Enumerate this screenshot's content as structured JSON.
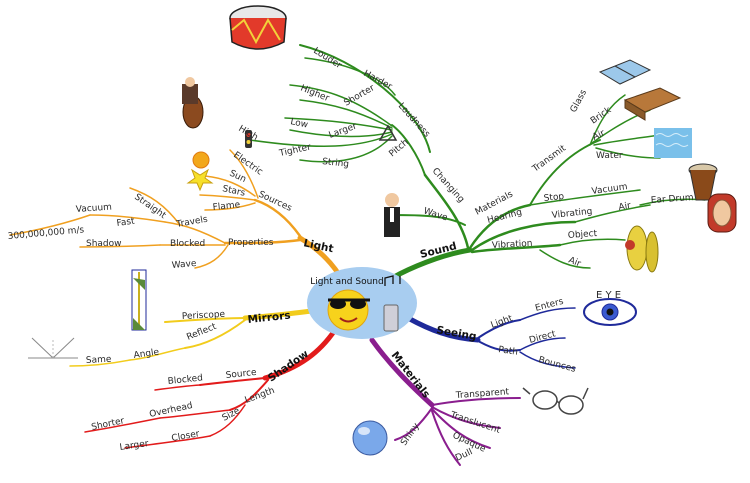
{
  "center": {
    "title": "Light and Sound"
  },
  "branches": {
    "sound": {
      "label": "Sound",
      "color": "#2e8b1e",
      "changing": {
        "label": "Changing",
        "loudness": {
          "label": "Loudness",
          "items": [
            "Louder",
            "Harder"
          ]
        },
        "pitch": {
          "label": "Pitch",
          "higher": "Higher",
          "shorter": "Shorter",
          "low": "Low",
          "larger": "Larger",
          "high": "High",
          "tighter": "Tighter",
          "string": "String"
        },
        "wave": "Wave"
      },
      "materials": {
        "label": "Materials",
        "transmit": {
          "label": "Transmit",
          "items": [
            "Glass",
            "Brick",
            "Air",
            "Water"
          ]
        },
        "stop": {
          "label": "Stop",
          "vacuum": "Vacuum"
        }
      },
      "hearing": {
        "label": "Hearing",
        "vibrating": "Vibrating",
        "air": "Air",
        "ear_drum": "Ear Drum"
      },
      "vibration": {
        "label": "Vibration",
        "object": "Object",
        "air": "Air"
      }
    },
    "light": {
      "label": "Light",
      "color": "#f0a020",
      "sources": {
        "label": "Sources",
        "items": [
          "Electric",
          "Sun",
          "Stars",
          "Flame"
        ]
      },
      "properties": {
        "label": "Properties",
        "travels": "Travels",
        "straight": "Straight",
        "fast": "Fast",
        "vacuum": "Vacuum",
        "speed": "300,000,000 m/s",
        "blocked": "Blocked",
        "shadow": "Shadow",
        "wave": "Wave"
      }
    },
    "mirrors": {
      "label": "Mirrors",
      "color": "#f2cc1c",
      "periscope": "Periscope",
      "reflect": "Reflect",
      "angle": "Angle",
      "same": "Same"
    },
    "shadow": {
      "label": "Shadow",
      "color": "#e21b1b",
      "source": "Source",
      "blocked": "Blocked",
      "length": "Length",
      "overhead": "Overhead",
      "shorter": "Shorter",
      "size": "Size",
      "closer": "Closer",
      "larger": "Larger"
    },
    "seeing": {
      "label": "Seeing",
      "color": "#1f2a9a",
      "light": "Light",
      "enters": "Enters",
      "eye": "E Y E",
      "path": "Path",
      "direct": "Direct",
      "bounces": "Bounces"
    },
    "materials": {
      "label": "Materials",
      "color": "#8a1e8e",
      "transparent": "Transparent",
      "translucent": "Translucent",
      "opaque": "Opaque",
      "dull": "Dull",
      "shiny": "Shiny"
    }
  }
}
